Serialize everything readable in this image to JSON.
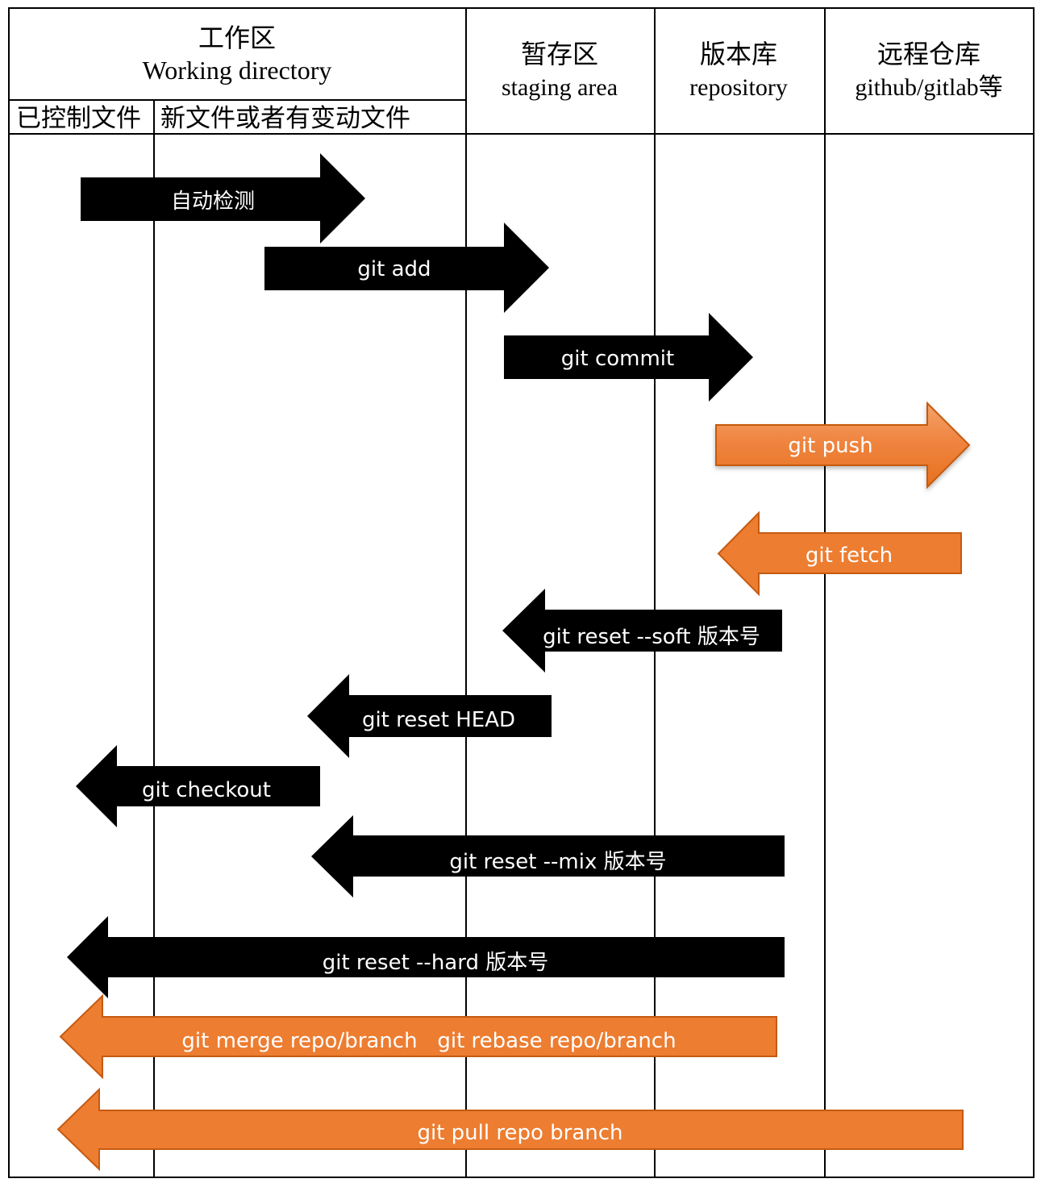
{
  "headers": {
    "working": {
      "zh": "工作区",
      "en": "Working directory"
    },
    "tracked": "已控制文件",
    "changed": "新文件或者有变动文件",
    "staging": {
      "zh": "暂存区",
      "en": "staging area"
    },
    "repository": {
      "zh": "版本库",
      "en": "repository"
    },
    "remote": {
      "zh": "远程仓库",
      "en": "github/gitlab等"
    }
  },
  "colors": {
    "black_arrow": "#000000",
    "orange_arrow": "#ed7d31",
    "orange_border": "#c55a11",
    "text_on_arrow": "#ffffff",
    "grid": "#000000"
  },
  "arrows": [
    {
      "id": "auto-detect",
      "label": "自动检测",
      "direction": "right",
      "color": "black"
    },
    {
      "id": "git-add",
      "label": "git add",
      "direction": "right",
      "color": "black"
    },
    {
      "id": "git-commit",
      "label": "git commit",
      "direction": "right",
      "color": "black"
    },
    {
      "id": "git-push",
      "label": "git push",
      "direction": "right",
      "color": "orange"
    },
    {
      "id": "git-fetch",
      "label": "git fetch",
      "direction": "left",
      "color": "orange"
    },
    {
      "id": "git-reset-soft",
      "label": "git reset --soft 版本号",
      "direction": "left",
      "color": "black"
    },
    {
      "id": "git-reset-head",
      "label": "git reset HEAD",
      "direction": "left",
      "color": "black"
    },
    {
      "id": "git-checkout",
      "label": "git checkout",
      "direction": "left",
      "color": "black"
    },
    {
      "id": "git-reset-mix",
      "label": "git reset --mix 版本号",
      "direction": "left",
      "color": "black"
    },
    {
      "id": "git-reset-hard",
      "label": "git reset --hard 版本号",
      "direction": "left",
      "color": "black"
    },
    {
      "id": "git-merge-rebase",
      "label": "git merge repo/branch   git rebase repo/branch",
      "direction": "left",
      "color": "orange"
    },
    {
      "id": "git-pull",
      "label": "git pull repo branch",
      "direction": "left",
      "color": "orange"
    }
  ]
}
